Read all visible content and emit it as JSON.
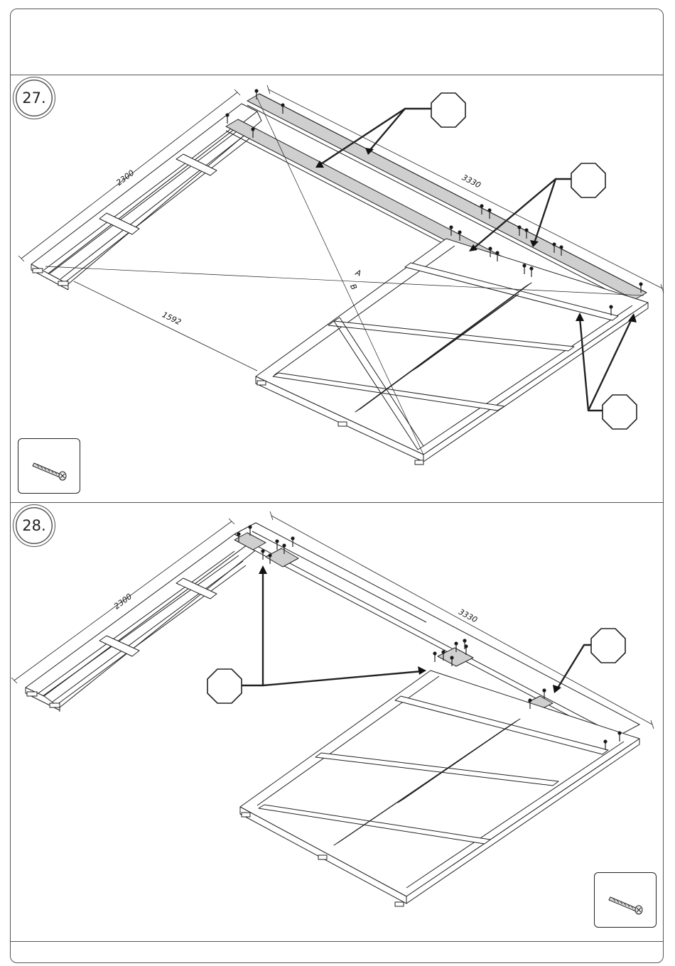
{
  "steps": [
    {
      "number": "27.",
      "dimensions": {
        "width": "2300",
        "length": "3330",
        "gap": "1592"
      },
      "diagonals": {
        "a": "A",
        "b": "B"
      }
    },
    {
      "number": "28.",
      "dimensions": {
        "width": "2300",
        "length": "3330"
      }
    }
  ],
  "icons": {
    "part_callout": "octagon-callout-icon",
    "fastener": "screw-icon"
  },
  "colors": {
    "line": "#222222",
    "highlight": "#cfcfcf"
  }
}
